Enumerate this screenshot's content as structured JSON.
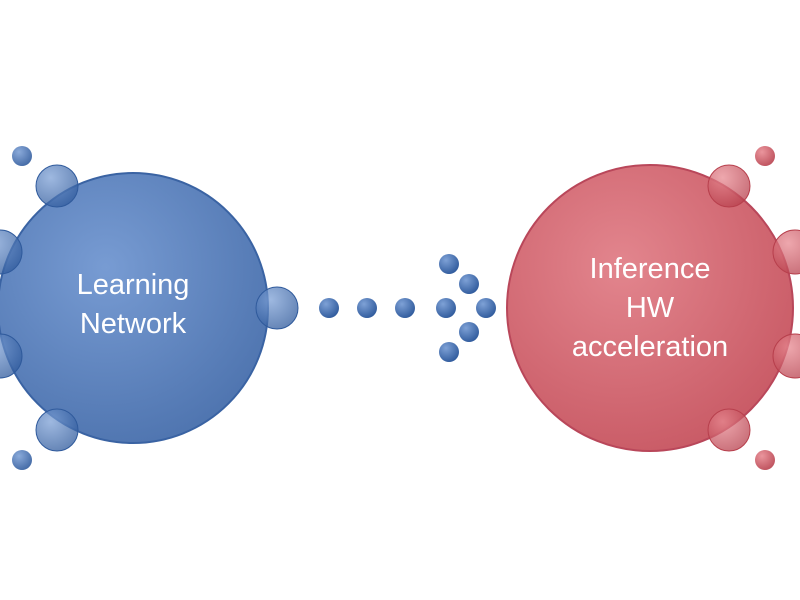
{
  "nodes": {
    "learning_network": {
      "lines": [
        "Learning",
        "Network"
      ],
      "color": "#4f7bbd"
    },
    "inference_accel": {
      "lines": [
        "Inference",
        "HW",
        "acceleration"
      ],
      "color": "#d4606a"
    }
  },
  "connector": {
    "direction": "left-to-right",
    "style": "dotted-arrow",
    "color": "#4f7bbd"
  }
}
